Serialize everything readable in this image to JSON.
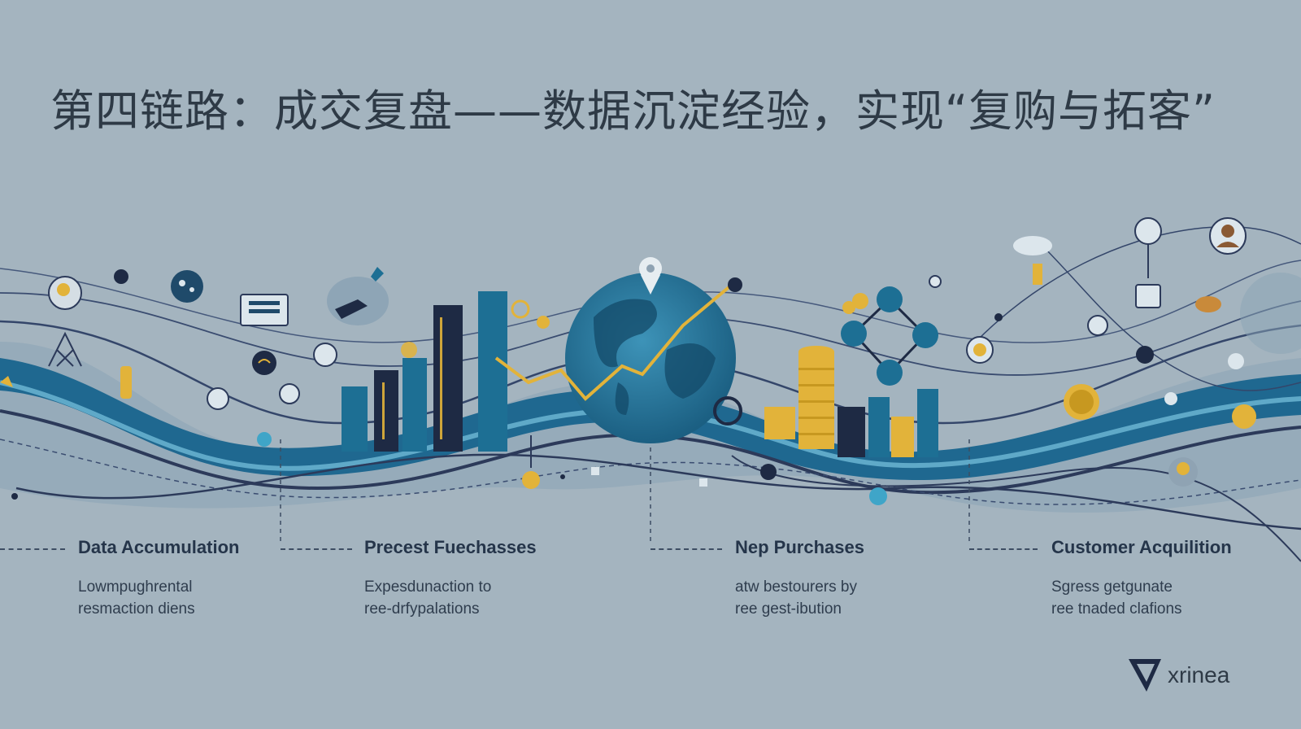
{
  "title": "第四链路：成交复盘——数据沉淀经验，实现“复购与拓客”",
  "stages": [
    {
      "title": "Data Accumulation",
      "desc_line1": "Lowmpughrental",
      "desc_line2": "resmaction diens"
    },
    {
      "title": "Precest Fuechasses",
      "desc_line1": "Expesdunaction to",
      "desc_line2": "ree-drfypalations"
    },
    {
      "title": "Nep Purchases",
      "desc_line1": "atw bestourers by",
      "desc_line2": "ree gest-ibution"
    },
    {
      "title": "Customer Acquilition",
      "desc_line1": "Sgress getgunate",
      "desc_line2": "ree tnaded clafions"
    }
  ],
  "logo": {
    "text": "xrinea",
    "icon": "v-logo-icon"
  },
  "colors": {
    "background": "#a4b4bf",
    "navy": "#1e2a44",
    "teal": "#1d6f94",
    "gold": "#e2b33a"
  }
}
